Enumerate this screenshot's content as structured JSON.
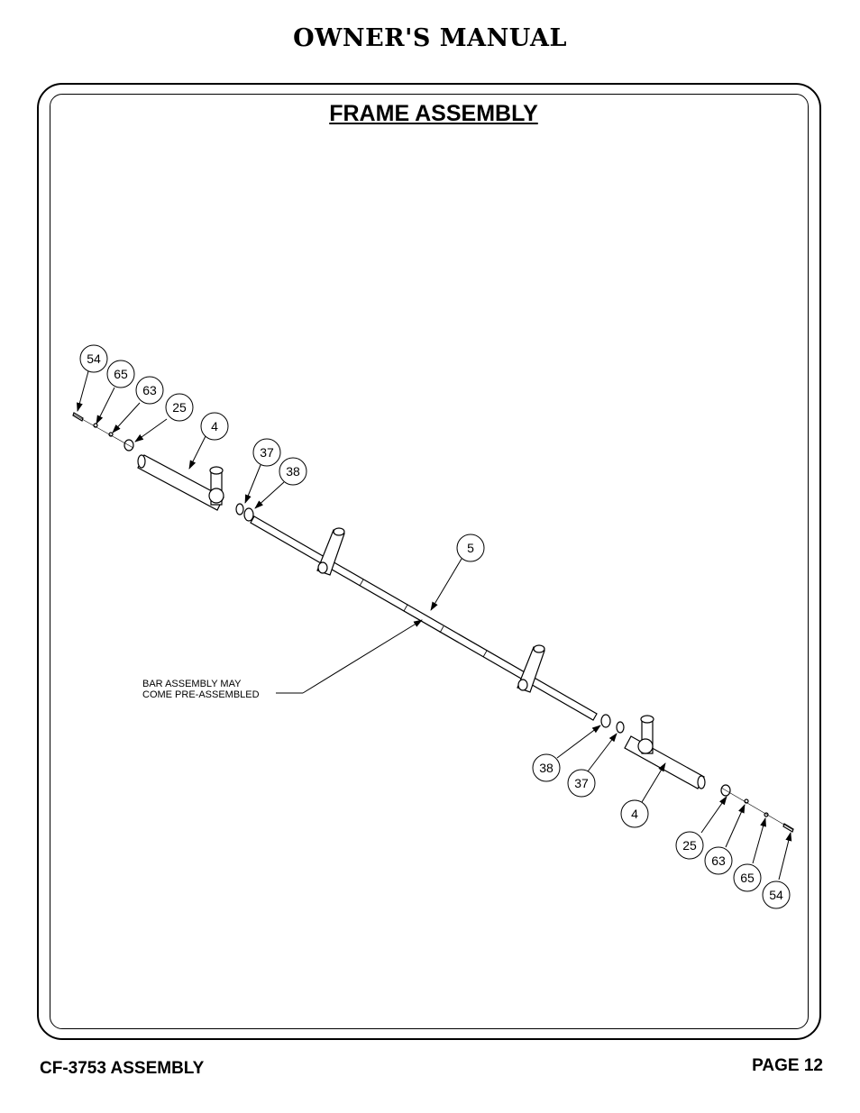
{
  "header": {
    "title": "OWNER'S MANUAL"
  },
  "section": {
    "title": "FRAME ASSEMBLY"
  },
  "callouts": [
    {
      "label": "54"
    },
    {
      "label": "65"
    },
    {
      "label": "63"
    },
    {
      "label": "25"
    },
    {
      "label": "4"
    },
    {
      "label": "37"
    },
    {
      "label": "38"
    },
    {
      "label": "5"
    },
    {
      "label": "38"
    },
    {
      "label": "37"
    },
    {
      "label": "4"
    },
    {
      "label": "25"
    },
    {
      "label": "63"
    },
    {
      "label": "65"
    },
    {
      "label": "54"
    }
  ],
  "note": {
    "line1": "BAR ASSEMBLY MAY",
    "line2": "COME PRE-ASSEMBLED"
  },
  "footer": {
    "left": "CF-3753 ASSEMBLY",
    "right": "PAGE 12"
  }
}
